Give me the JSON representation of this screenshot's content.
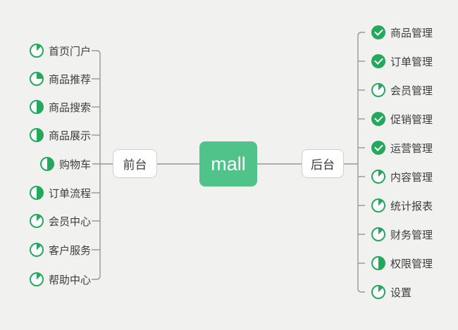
{
  "colors": {
    "accent_green": "#23a95c",
    "node_green": "#4fc389",
    "node_border": "#cfcfcf",
    "line_gray": "#989898",
    "text_color": "#3d3d3d",
    "background": "#f1f1ef"
  },
  "diagram": {
    "root": {
      "label": "mall"
    },
    "front": {
      "label": "前台",
      "items": [
        {
          "label": "首页门户",
          "icon": "pie-1-8"
        },
        {
          "label": "商品推荐",
          "icon": "pie-1-4"
        },
        {
          "label": "商品搜索",
          "icon": "pie-1-2"
        },
        {
          "label": "商品展示",
          "icon": "pie-1-2"
        },
        {
          "label": "购物车",
          "icon": "pie-1-2"
        },
        {
          "label": "订单流程",
          "icon": "pie-1-2"
        },
        {
          "label": "会员中心",
          "icon": "pie-1-8"
        },
        {
          "label": "客户服务",
          "icon": "pie-1-8"
        },
        {
          "label": "帮助中心",
          "icon": "pie-1-8"
        }
      ]
    },
    "back": {
      "label": "后台",
      "items": [
        {
          "label": "商品管理",
          "icon": "check"
        },
        {
          "label": "订单管理",
          "icon": "check"
        },
        {
          "label": "会员管理",
          "icon": "pie-1-8"
        },
        {
          "label": "促销管理",
          "icon": "check"
        },
        {
          "label": "运营管理",
          "icon": "check"
        },
        {
          "label": "内容管理",
          "icon": "pie-1-8"
        },
        {
          "label": "统计报表",
          "icon": "pie-1-8"
        },
        {
          "label": "财务管理",
          "icon": "pie-1-8"
        },
        {
          "label": "权限管理",
          "icon": "pie-1-2"
        },
        {
          "label": "设置",
          "icon": "pie-1-8"
        }
      ]
    }
  }
}
